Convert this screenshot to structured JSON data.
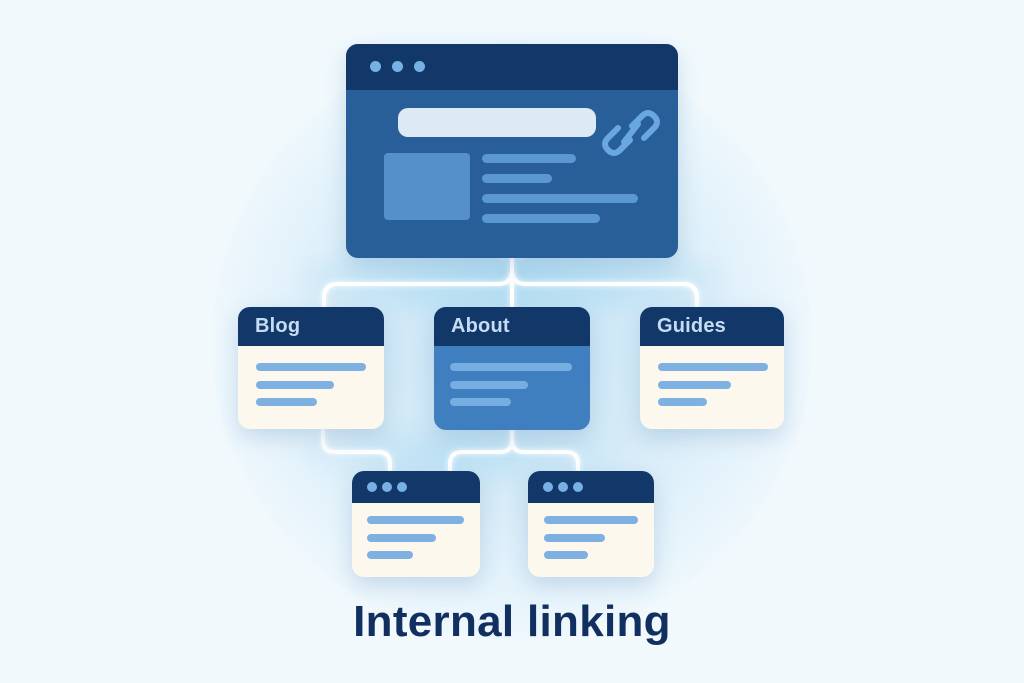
{
  "diagram": {
    "title": "Internal linking",
    "main_page": {
      "header_dots": 3,
      "has_url_bar": true,
      "icon": "link-chain-icon",
      "content_lines": 4
    },
    "sections": [
      {
        "label": "Blog",
        "style": "cream",
        "content_lines": 3
      },
      {
        "label": "About",
        "style": "blue-highlighted",
        "content_lines": 3
      },
      {
        "label": "Guides",
        "style": "cream",
        "content_lines": 3
      }
    ],
    "sub_pages": [
      {
        "header_dots": 3,
        "content_lines": 3,
        "linked_from": [
          "Blog",
          "About"
        ]
      },
      {
        "header_dots": 3,
        "content_lines": 3,
        "linked_from": [
          "About"
        ]
      }
    ],
    "connections": [
      {
        "from": "Blog",
        "to": "main_page"
      },
      {
        "from": "About",
        "to": "main_page"
      },
      {
        "from": "Guides",
        "to": "main_page"
      },
      {
        "from": "sub_page_1",
        "to": "Blog"
      },
      {
        "from": "sub_page_1",
        "to": "About"
      },
      {
        "from": "sub_page_2",
        "to": "About"
      }
    ]
  },
  "colors": {
    "background": "#f1f9fd",
    "header_navy": "#12386a",
    "main_body_blue": "#285f98",
    "about_body_blue": "#3f7fbf",
    "card_cream": "#fdf8ee",
    "line_blue": "#7eb0e1",
    "connector_glow": "#ffffff",
    "title_navy": "#12305f"
  }
}
